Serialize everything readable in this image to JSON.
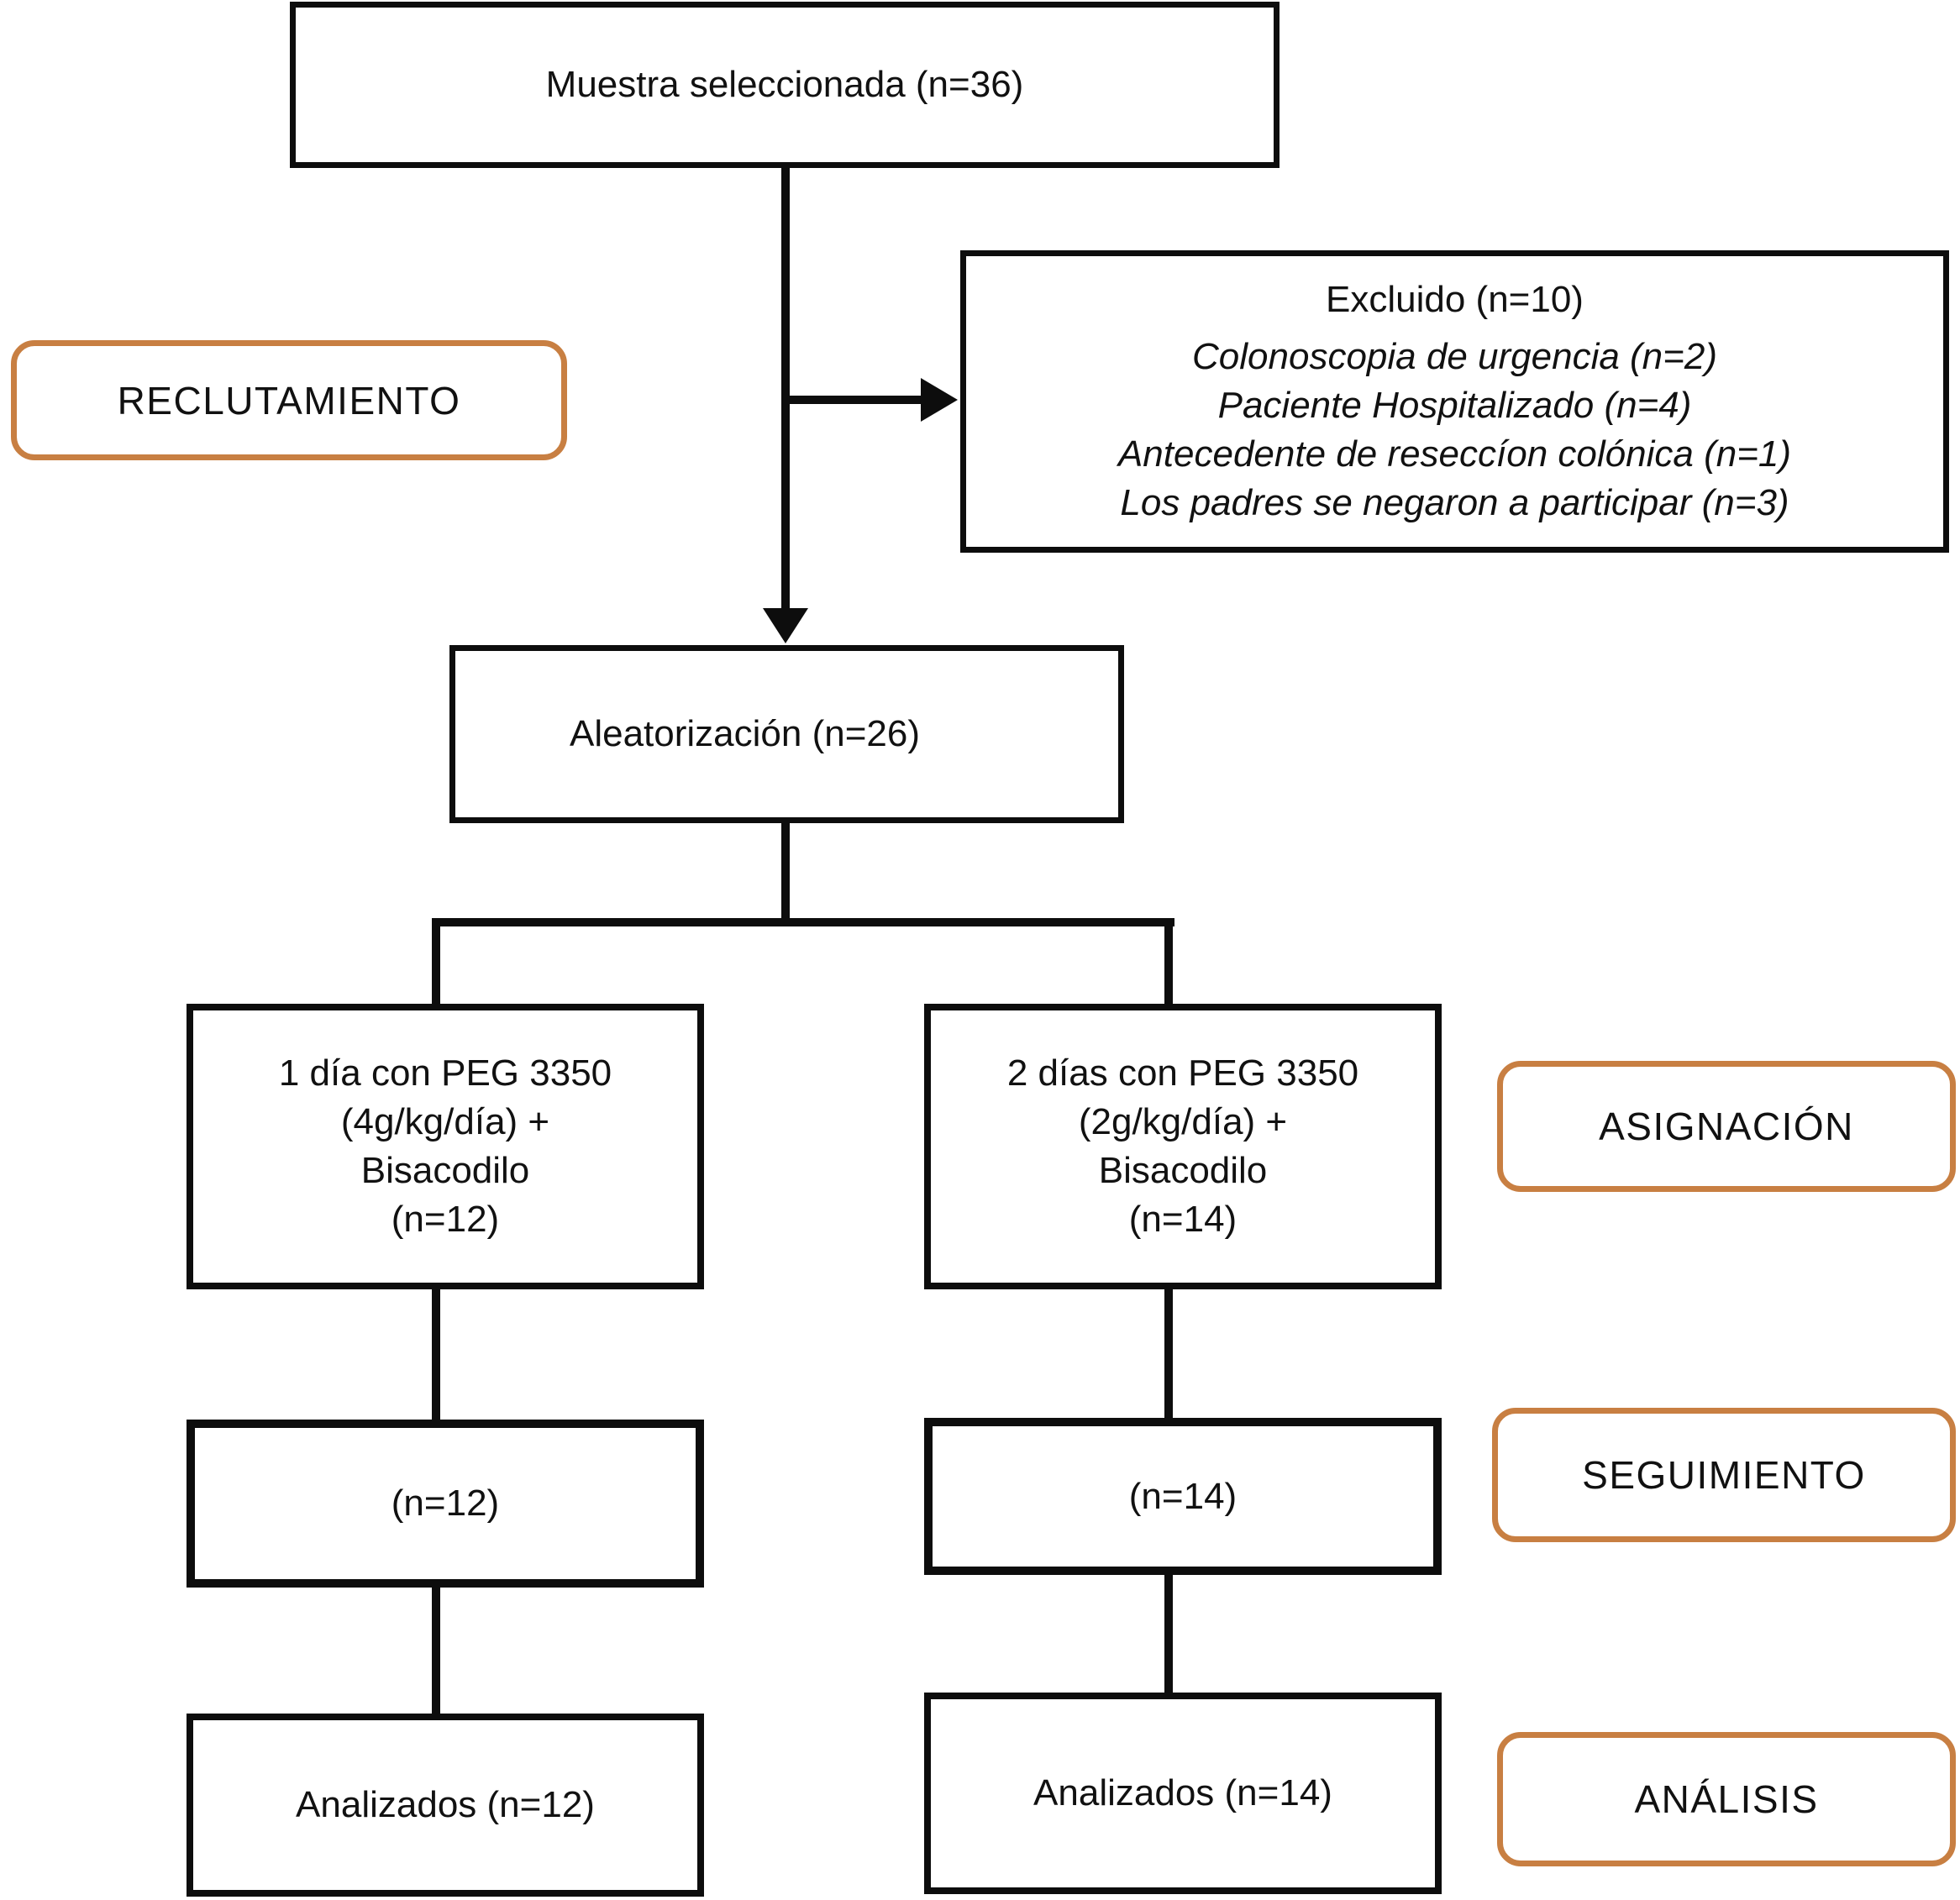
{
  "stage_labels": {
    "recruitment": "RECLUTAMIENTO",
    "assignment": "ASIGNACIÓN",
    "followup": "SEGUIMIENTO",
    "analysis": "ANÁLISIS"
  },
  "boxes": {
    "selected": "Muestra seleccionada (n=36)",
    "excluded": {
      "title": "Excluido (n=10)",
      "reasons": [
        "Colonoscopia de urgencia (n=2)",
        "Paciente Hospitalizado (n=4)",
        "Antecedente de reseccíon colónica (n=1)",
        "Los padres se negaron a participar (n=3)"
      ]
    },
    "randomization": "Aleatorización (n=26)",
    "arm1": {
      "lines": [
        "1 día con PEG 3350",
        "(4g/kg/día) +",
        "Bisacodilo",
        "(n=12)"
      ]
    },
    "arm2": {
      "lines": [
        "2 días con PEG 3350",
        "(2g/kg/día) +",
        "Bisacodilo",
        "(n=14)"
      ]
    },
    "followup1": "(n=12)",
    "followup2": "(n=14)",
    "analyzed1": "Analizados (n=12)",
    "analyzed2": "Analizados (n=14)"
  },
  "colors": {
    "stage_border": "#c87f42",
    "box_border": "#0d0d0d"
  }
}
